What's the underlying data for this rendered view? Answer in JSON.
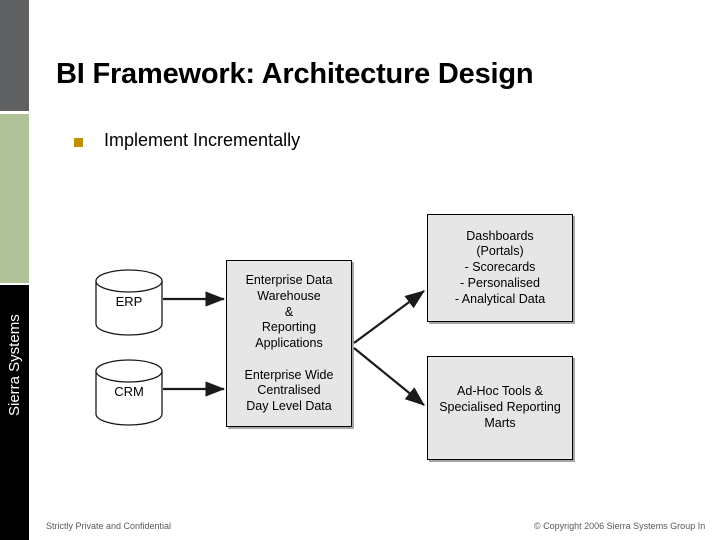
{
  "slide": {
    "title": "BI Framework: Architecture Design",
    "bullets": [
      {
        "marker": "square-bullet",
        "text": "Implement Incrementally"
      }
    ]
  },
  "branding": {
    "vertical_text": "Sierra Systems",
    "band_gray_color": "#5e6061",
    "band_green_color": "#afc298",
    "band_black_color": "#000000",
    "bullet_color": "#bf8f00"
  },
  "diagram": {
    "sources": [
      {
        "id": "erp",
        "label": "ERP",
        "shape": "cylinder"
      },
      {
        "id": "crm",
        "label": "CRM",
        "shape": "cylinder"
      }
    ],
    "boxes": [
      {
        "id": "edw",
        "label": "Enterprise Data\nWarehouse\n&\nReporting\nApplications\n\nEnterprise Wide\nCentralised\nDay Level Data",
        "fill": "#e6e6e6"
      },
      {
        "id": "dashboards",
        "label": "Dashboards\n(Portals)\n- Scorecards\n- Personalised\n-  Analytical Data",
        "fill": "#e6e6e6"
      },
      {
        "id": "adhoc",
        "label": "Ad-Hoc Tools &\nSpecialised Reporting\nMarts",
        "fill": "#e6e6e6"
      }
    ],
    "connectors": [
      {
        "from": "erp",
        "to": "edw",
        "type": "arrow"
      },
      {
        "from": "crm",
        "to": "edw",
        "type": "arrow"
      },
      {
        "from": "edw",
        "to": "dashboards",
        "type": "arrow"
      },
      {
        "from": "edw",
        "to": "adhoc",
        "type": "arrow"
      }
    ]
  },
  "footer": {
    "left": "Strictly Private and Confidential",
    "right": "© Copyright 2006 Sierra Systems Group In"
  }
}
